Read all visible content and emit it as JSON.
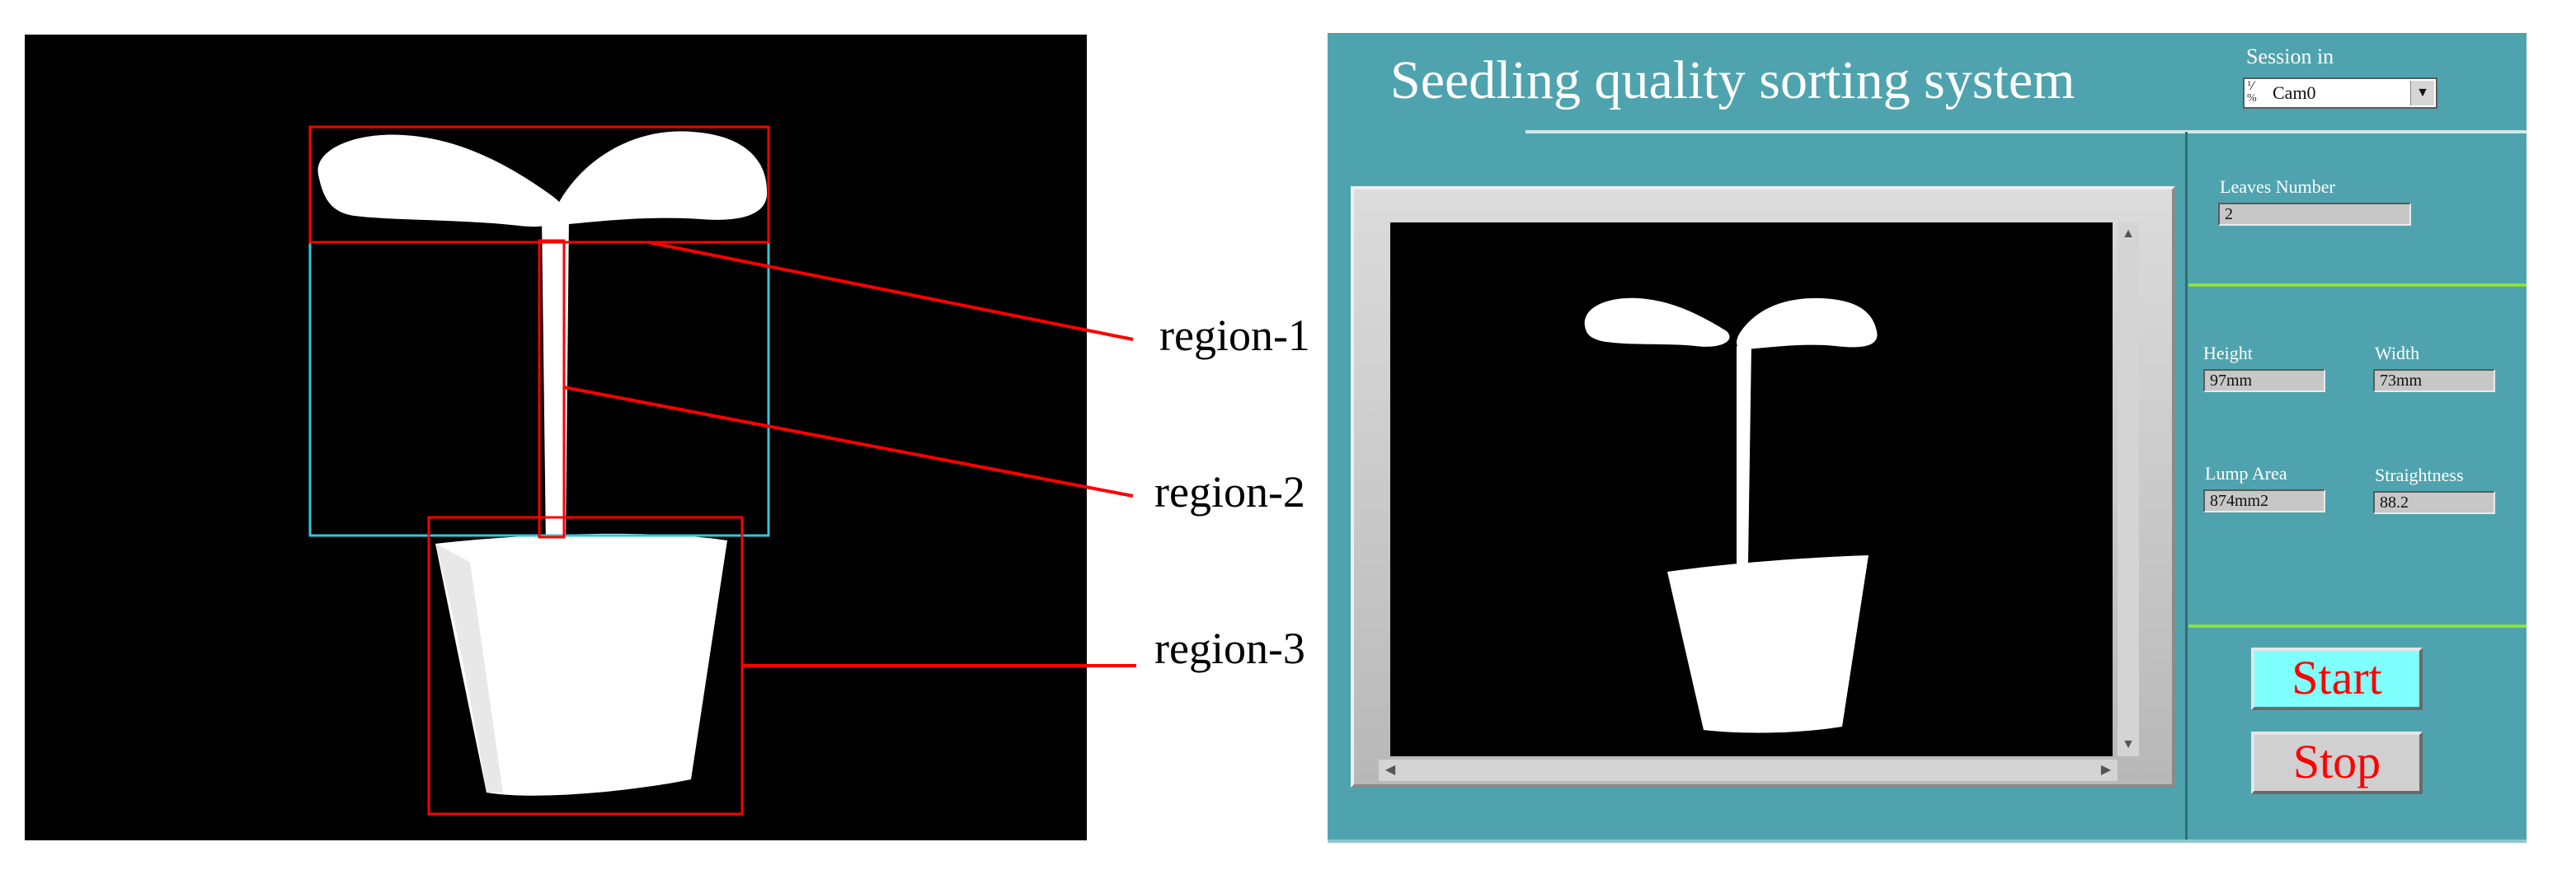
{
  "left_figure": {
    "labels": {
      "region1": "region-1",
      "region2": "region-2",
      "region3": "region-3"
    },
    "colors": {
      "top_box": "#33c6d6",
      "annotation": "#ff0000"
    }
  },
  "app": {
    "title": "Seedling quality sorting system",
    "session": {
      "label": "Session in",
      "value": "Cam0"
    },
    "fields": {
      "leaves_number": {
        "label": "Leaves Number",
        "value": "2"
      },
      "height": {
        "label": "Height",
        "value": "97mm"
      },
      "width": {
        "label": "Width",
        "value": "73mm"
      },
      "lump_area": {
        "label": "Lump Area",
        "value": "874mm2"
      },
      "straightness": {
        "label": "Straightness",
        "value": "88.2"
      }
    },
    "buttons": {
      "start": "Start",
      "stop": "Stop"
    },
    "colors": {
      "panel_bg": "#4fa3ae",
      "button_text": "#ff0000",
      "start_bg": "#80ffff",
      "stop_bg": "#d0d0d0",
      "divider": "#8fe03a"
    }
  }
}
